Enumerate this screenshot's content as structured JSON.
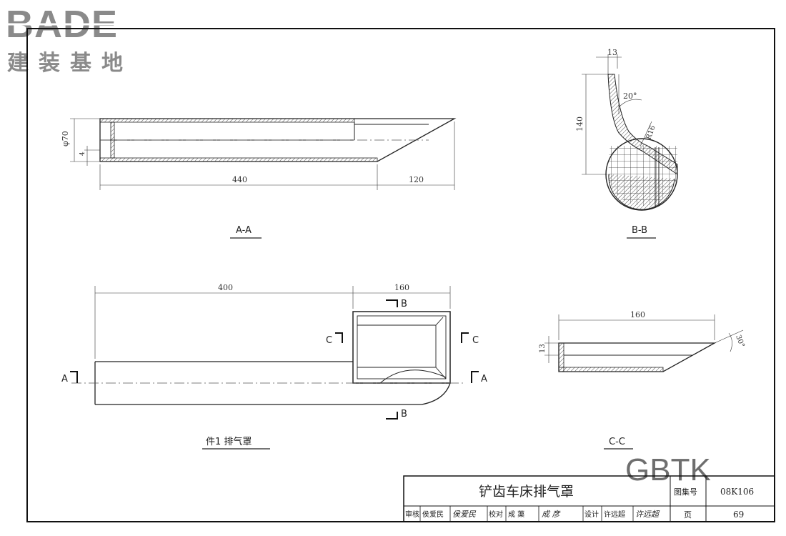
{
  "logo": {
    "text": "BADE",
    "subtitle": "建装基地"
  },
  "watermark": "GBTK",
  "views": {
    "aa": {
      "label": "A-A",
      "dim_diameter": "φ70",
      "dim_small": "4",
      "dim_length_main": "440",
      "dim_length_tip": "120"
    },
    "bb": {
      "label": "B-B",
      "dim_top": "13",
      "dim_height": "140",
      "dim_angle": "20°",
      "dim_radius": "R16"
    },
    "plan": {
      "label": "件1  排气罩",
      "dim_length": "400",
      "dim_width": "160",
      "cut_a": "A",
      "cut_b": "B",
      "cut_c": "C"
    },
    "cc": {
      "label": "C-C",
      "dim_width": "160",
      "dim_height": "13",
      "dim_angle": "30°"
    }
  },
  "title_block": {
    "drawing_title": "铲齿车床排气罩",
    "atlas_label": "图集号",
    "atlas_number": "08K106",
    "page_label": "页",
    "page_number": "69",
    "review_label": "审核",
    "review_name": "侯爱民",
    "review_sign": "侯爱民",
    "check_label": "校对",
    "check_name": "成  蕖",
    "check_sign": "成  彦",
    "design_label": "设计",
    "design_name": "许远超",
    "design_sign": "许远超"
  }
}
